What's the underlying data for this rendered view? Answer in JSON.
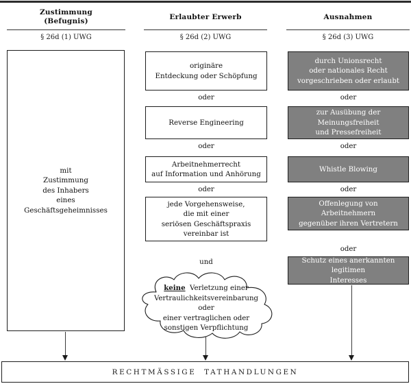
{
  "diagram": {
    "top_rule": true,
    "columns": [
      {
        "id": "zustimmung",
        "heading": "Zustimmung\n(Befugnis)",
        "heading_line1": "Zustimmung",
        "heading_line2": "(Befugnis)",
        "statute": "§ 26d (1) UWG",
        "items": [
          {
            "id": "mit-zustimmung",
            "style": "outline",
            "lines": [
              "mit",
              "Zustimmung",
              "des Inhabers",
              "eines",
              "Geschäftsgeheimnisses"
            ]
          }
        ],
        "connectors": []
      },
      {
        "id": "erlaubter-erwerb",
        "heading": "Erlaubter Erwerb",
        "heading_line1": "Erlaubter Erwerb",
        "heading_line2": "",
        "statute": "§ 26d (2) UWG",
        "items": [
          {
            "id": "originaere-entdeckung",
            "style": "outline",
            "lines": [
              "originäre",
              "Entdeckung oder Schöpfung"
            ]
          },
          {
            "id": "reverse-engineering",
            "style": "outline",
            "lines": [
              "Reverse Engineering"
            ]
          },
          {
            "id": "arbeitnehmerrecht",
            "style": "outline",
            "lines": [
              "Arbeitnehmerrecht",
              "auf Information und Anhörung"
            ]
          },
          {
            "id": "jede-vorgehensweise",
            "style": "outline",
            "lines": [
              "jede Vorgehensweise,",
              "die mit einer",
              "seriösen Geschäftspraxis",
              "vereinbar ist"
            ]
          }
        ],
        "connectors": [
          "oder",
          "oder",
          "oder",
          "und"
        ],
        "cloud": {
          "id": "keine-verletzung",
          "keyword": "keine",
          "lines": [
            "Verletzung einer",
            "Vertraulichkeitsvereinbarung oder",
            "einer vertraglichen oder",
            "sonstigen Verpflichtung"
          ]
        }
      },
      {
        "id": "ausnahmen",
        "heading": "Ausnahmen",
        "heading_line1": "Ausnahmen",
        "heading_line2": "",
        "statute": "§ 26d (3) UWG",
        "items": [
          {
            "id": "unionsrecht",
            "style": "gray",
            "lines": [
              "durch Unionsrecht",
              "oder nationales Recht",
              "vorgeschrieben oder erlaubt"
            ]
          },
          {
            "id": "meinungsfreiheit",
            "style": "gray",
            "lines": [
              "zur Ausübung der Meinungsfreiheit",
              "und Pressefreiheit"
            ]
          },
          {
            "id": "whistle-blowing",
            "style": "gray",
            "lines": [
              "Whistle Blowing"
            ]
          },
          {
            "id": "offenlegung-vertreter",
            "style": "gray",
            "lines": [
              "Offenlegung von Arbeitnehmern",
              "gegenüber ihren Vertretern"
            ]
          },
          {
            "id": "legitimes-interesse",
            "style": "gray",
            "lines": [
              "Schutz eines anerkannten legitimen",
              "Interesses"
            ]
          }
        ],
        "connectors": [
          "oder",
          "oder",
          "oder",
          "oder"
        ]
      }
    ],
    "result": {
      "id": "rechtmaessige-tathandlungen",
      "label": "RECHTMÄSSIGE  TATHANDLUNGEN"
    },
    "colors": {
      "gray_fill": "#808080",
      "border": "#1c1c1c",
      "text": "#111111",
      "gray_text": "#ffffff",
      "rule": "#2b2b2b"
    }
  },
  "col1": {
    "heading_line1": "Zustimmung",
    "heading_line2": "(Befugnis)",
    "statute": "§ 26d (1) UWG",
    "box1_l1": "mit",
    "box1_l2": "Zustimmung",
    "box1_l3": "des Inhabers",
    "box1_l4": "eines",
    "box1_l5": "Geschäftsgeheimnisses"
  },
  "col2": {
    "heading": "Erlaubter Erwerb",
    "statute": "§ 26d (2) UWG",
    "b1_l1": "originäre",
    "b1_l2": "Entdeckung oder Schöpfung",
    "c1": "oder",
    "b2_l1": "Reverse Engineering",
    "c2": "oder",
    "b3_l1": "Arbeitnehmerrecht",
    "b3_l2": "auf Information und Anhörung",
    "c3": "oder",
    "b4_l1": "jede Vorgehensweise,",
    "b4_l2": "die mit einer",
    "b4_l3": "seriösen Geschäftspraxis",
    "b4_l4": "vereinbar ist",
    "c4": "und",
    "cloud_kw": "keine",
    "cloud_l1": "Verletzung einer",
    "cloud_l2": "Vertraulichkeitsvereinbarung oder",
    "cloud_l3": "einer vertraglichen oder",
    "cloud_l4": "sonstigen Verpflichtung"
  },
  "col3": {
    "heading": "Ausnahmen",
    "statute": "§ 26d (3) UWG",
    "b1_l1": "durch Unionsrecht",
    "b1_l2": "oder nationales Recht",
    "b1_l3": "vorgeschrieben oder erlaubt",
    "c1": "oder",
    "b2_l1": "zur Ausübung der Meinungsfreiheit",
    "b2_l2": "und Pressefreiheit",
    "c2": "oder",
    "b3_l1": "Whistle Blowing",
    "c3": "oder",
    "b4_l1": "Offenlegung von Arbeitnehmern",
    "b4_l2": "gegenüber ihren Vertretern",
    "c4": "oder",
    "b5_l1": "Schutz eines anerkannten legitimen",
    "b5_l2": "Interesses"
  },
  "result": {
    "label": "RECHTMÄSSIGE  TATHANDLUNGEN"
  }
}
